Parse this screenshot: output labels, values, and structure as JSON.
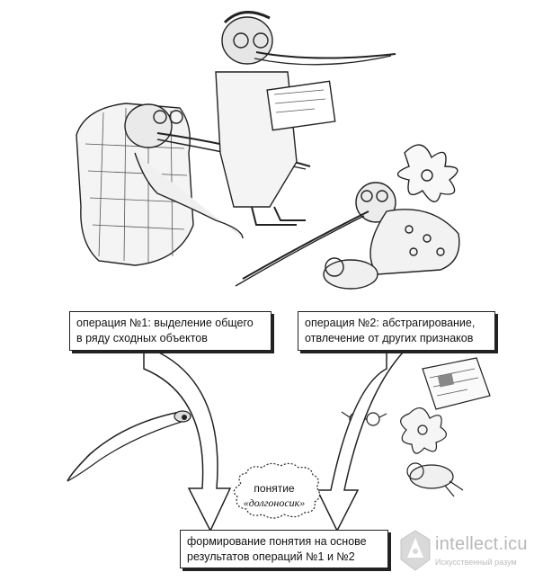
{
  "operation1": {
    "line1": "операция №1: выделение общего",
    "line2": "в ряду сходных объектов"
  },
  "operation2": {
    "line1": "операция №2: абстрагирование,",
    "line2": "отвлечение от других признаков"
  },
  "concept": {
    "label": "понятие",
    "term": "«долгоносик»"
  },
  "formation": {
    "line1": "формирование понятия на основе",
    "line2": "результатов операций №1 и №2"
  },
  "watermark": {
    "name": "intellect.icu",
    "tagline": "Искусственный разум",
    "color": "#b8b8b8"
  },
  "colors": {
    "ink": "#222222",
    "background": "#ffffff"
  }
}
